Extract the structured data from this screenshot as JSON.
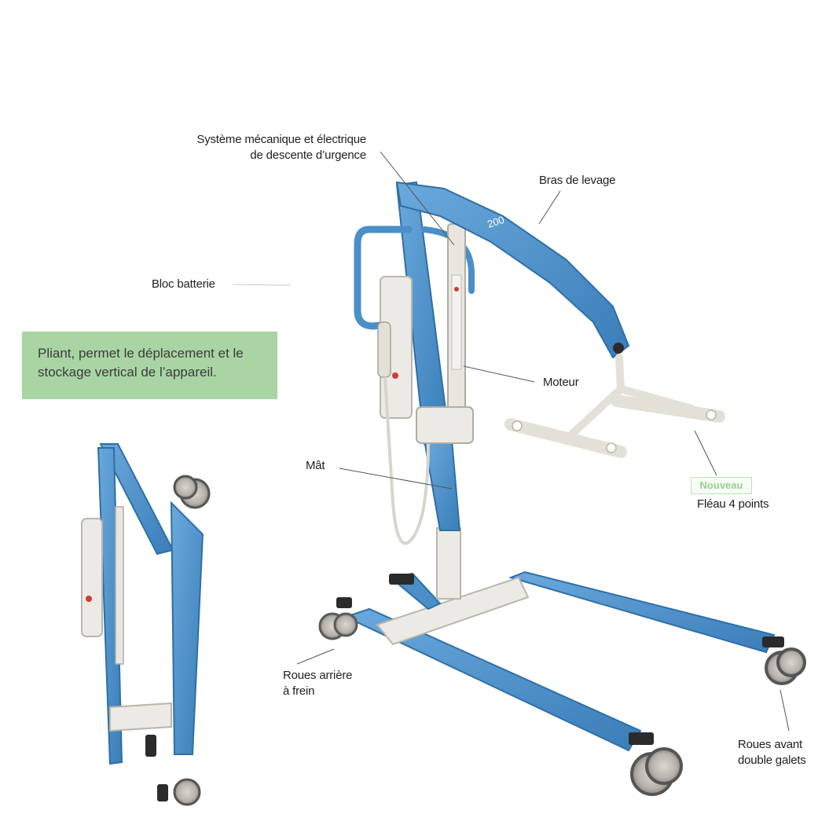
{
  "labels": {
    "emergency_line1": "Système mécanique et électrique",
    "emergency_line2": "de descente d’urgence",
    "lifting_arm": "Bras de levage",
    "battery": "Bloc batterie",
    "motor": "Moteur",
    "mast": "Mât",
    "badge_new": "Nouveau",
    "spreader_bar": "Fléau 4 points",
    "rear_wheels_line1": "Roues arrière",
    "rear_wheels_line2": "à frein",
    "front_wheels_line1": "Roues avant",
    "front_wheels_line2": "double galets"
  },
  "callout": {
    "line1": "Pliant, permet le déplacement et le",
    "line2": "stockage vertical de l’appareil."
  },
  "product": {
    "arm_marking": "200"
  },
  "colors": {
    "frame_blue": "#4a8fc7",
    "frame_blue_dark": "#2f6fa6",
    "part_white": "#eceae4",
    "callout_green": "#a9d4a3",
    "badge_green": "#9acf91"
  }
}
